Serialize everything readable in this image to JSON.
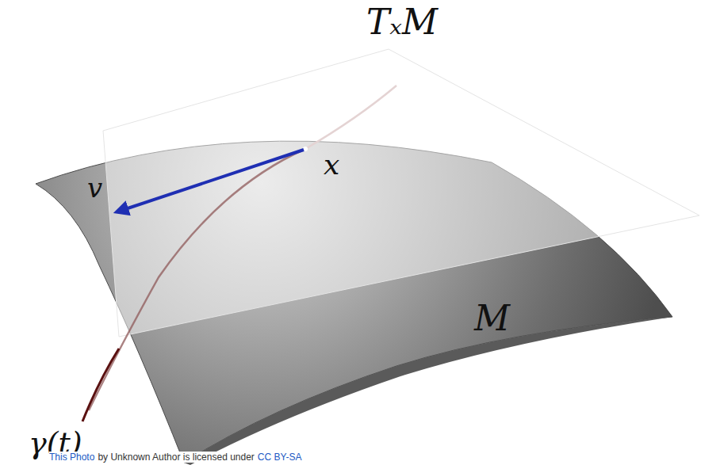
{
  "diagram": {
    "labels": [
      "TₓM",
      "x",
      "v",
      "γ(t)",
      "M",
      "This Photo",
      "by Unknown Author is licensed under",
      "CC BY-SA"
    ]
  }
}
